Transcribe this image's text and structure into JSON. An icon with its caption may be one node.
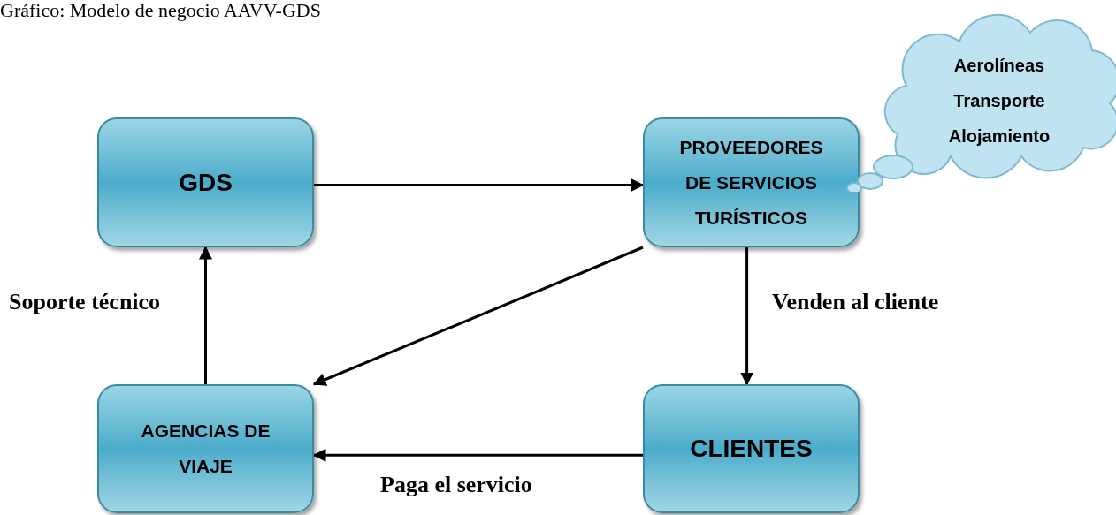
{
  "diagram": {
    "title": "Gráfico: Modelo de negocio AAVV-GDS",
    "nodes": [
      {
        "text": [
          "GDS"
        ]
      },
      {
        "text": [
          "PROVEEDORES DE SERVICIOS TURÍSTICOS"
        ]
      },
      {
        "text": [
          "Aerolíneas",
          "Transporte",
          "Alojamiento"
        ]
      },
      {
        "text": [
          "AGENCIAS DE VIAJE"
        ]
      },
      {
        "text": [
          "CLIENTES"
        ]
      }
    ],
    "edges": [
      {
        "from": 0,
        "to": 1,
        "arrow": "to"
      },
      {
        "from": 1,
        "to": 3,
        "arrow": "to"
      },
      {
        "from": 1,
        "to": 4,
        "arrow": "to",
        "label": "Venden al cliente"
      },
      {
        "from": 4,
        "to": 3,
        "arrow": "to",
        "label": "Paga el servicio"
      },
      {
        "from": 3,
        "to": 0,
        "arrow": "to",
        "label": "Soporte técnico"
      }
    ]
  }
}
